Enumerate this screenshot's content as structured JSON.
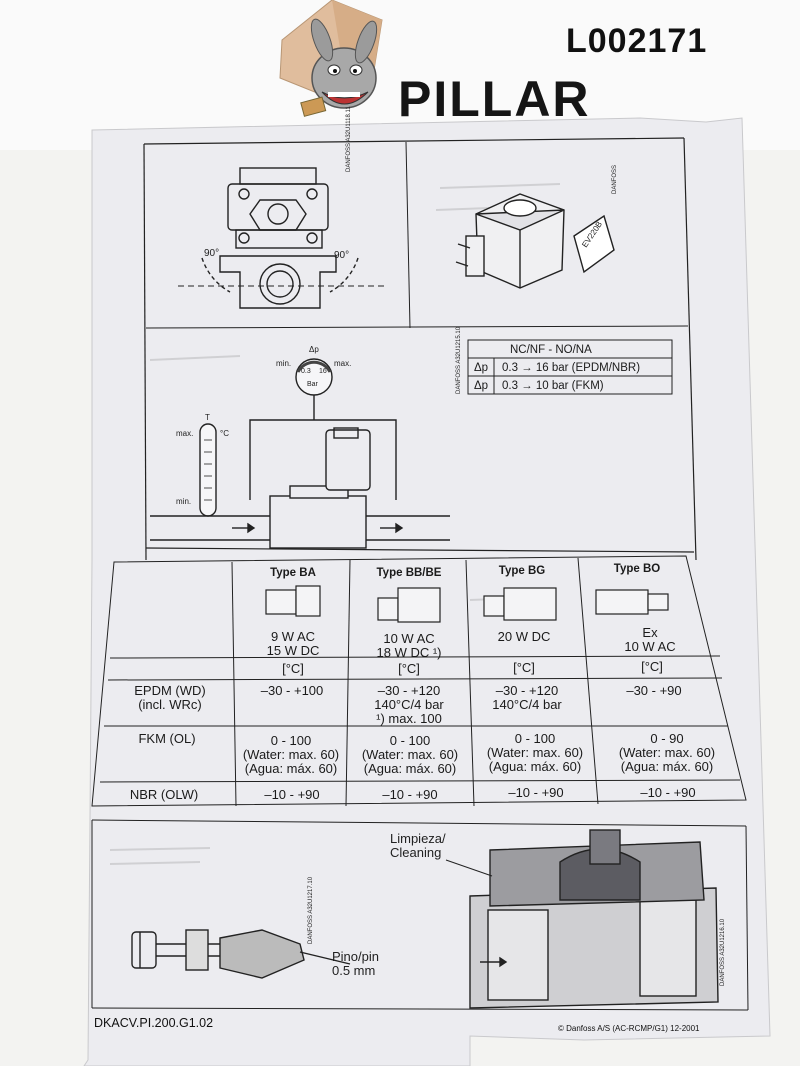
{
  "header": {
    "brand": "PILLAR",
    "lot_code": "L002171"
  },
  "angle_label": "90°",
  "coil": {
    "code_label": "EV220B"
  },
  "pressure_table": {
    "title": "NC/NF - NO/NA",
    "rows": [
      {
        "symbol": "Δp",
        "value": "0.3 → 16 bar (EPDM/NBR)"
      },
      {
        "symbol": "Δp",
        "value": "0.3 → 10 bar (FKM)"
      }
    ]
  },
  "gauge": {
    "top": "Δp",
    "min": "min.",
    "max": "max.",
    "low": "0.3",
    "high": "16",
    "unit": "Bar"
  },
  "thermometer": {
    "top": "T",
    "max": "max.",
    "unit": "°C",
    "min": "min."
  },
  "side_codes": {
    "top_left": "DANFOSS A32U1118.11",
    "top_right": "DANFOSS",
    "pressure": "DANFOSS A32U1215.10",
    "pin": "DANFOSS A32U1217.10",
    "section": "DANFOSS A32U1216.10"
  },
  "temperature_table": {
    "columns": [
      {
        "type": "Type BA",
        "power": "9 W AC\n15 W DC",
        "unit": "[°C]"
      },
      {
        "type": "Type BB/BE",
        "power": "10 W AC\n18 W DC ¹)",
        "unit": "[°C]"
      },
      {
        "type": "Type BG",
        "power": "20 W DC",
        "unit": "[°C]"
      },
      {
        "type": "Type BO",
        "power": "Ex\n10 W AC",
        "unit": "[°C]"
      }
    ],
    "rows": [
      {
        "label": "EPDM (WD)\n(incl. WRc)",
        "values": [
          "–30 - +100",
          "–30 - +120\n140°C/4 bar\n¹) max. 100",
          "–30 - +120\n140°C/4 bar",
          "–30 - +90"
        ]
      },
      {
        "label": "FKM (OL)",
        "values": [
          "0 - 100\n(Water: max. 60)\n(Agua: máx. 60)",
          "0 - 100\n(Water: max. 60)\n(Agua: máx. 60)",
          "0 - 100\n(Water: max. 60)\n(Agua: máx. 60)",
          "0 - 90\n(Water: max. 60)\n(Agua: máx. 60)"
        ]
      },
      {
        "label": "NBR (OLW)",
        "values": [
          "–10 - +90",
          "–10 - +90",
          "–10 - +90",
          "–10 - +90"
        ]
      }
    ]
  },
  "cleaning": {
    "label": "Limpieza/\nCleaning",
    "pin_label": "Pino/pin\n0.5 mm"
  },
  "footer": {
    "doc_code": "DKACV.PI.200.G1.02",
    "copyright": "© Danfoss A/S (AC-RCMP/G1) 12-2001"
  },
  "colors": {
    "sheet": "#ececf0",
    "ink": "#1b1b1b",
    "logo_box": "#e2bfa0"
  }
}
